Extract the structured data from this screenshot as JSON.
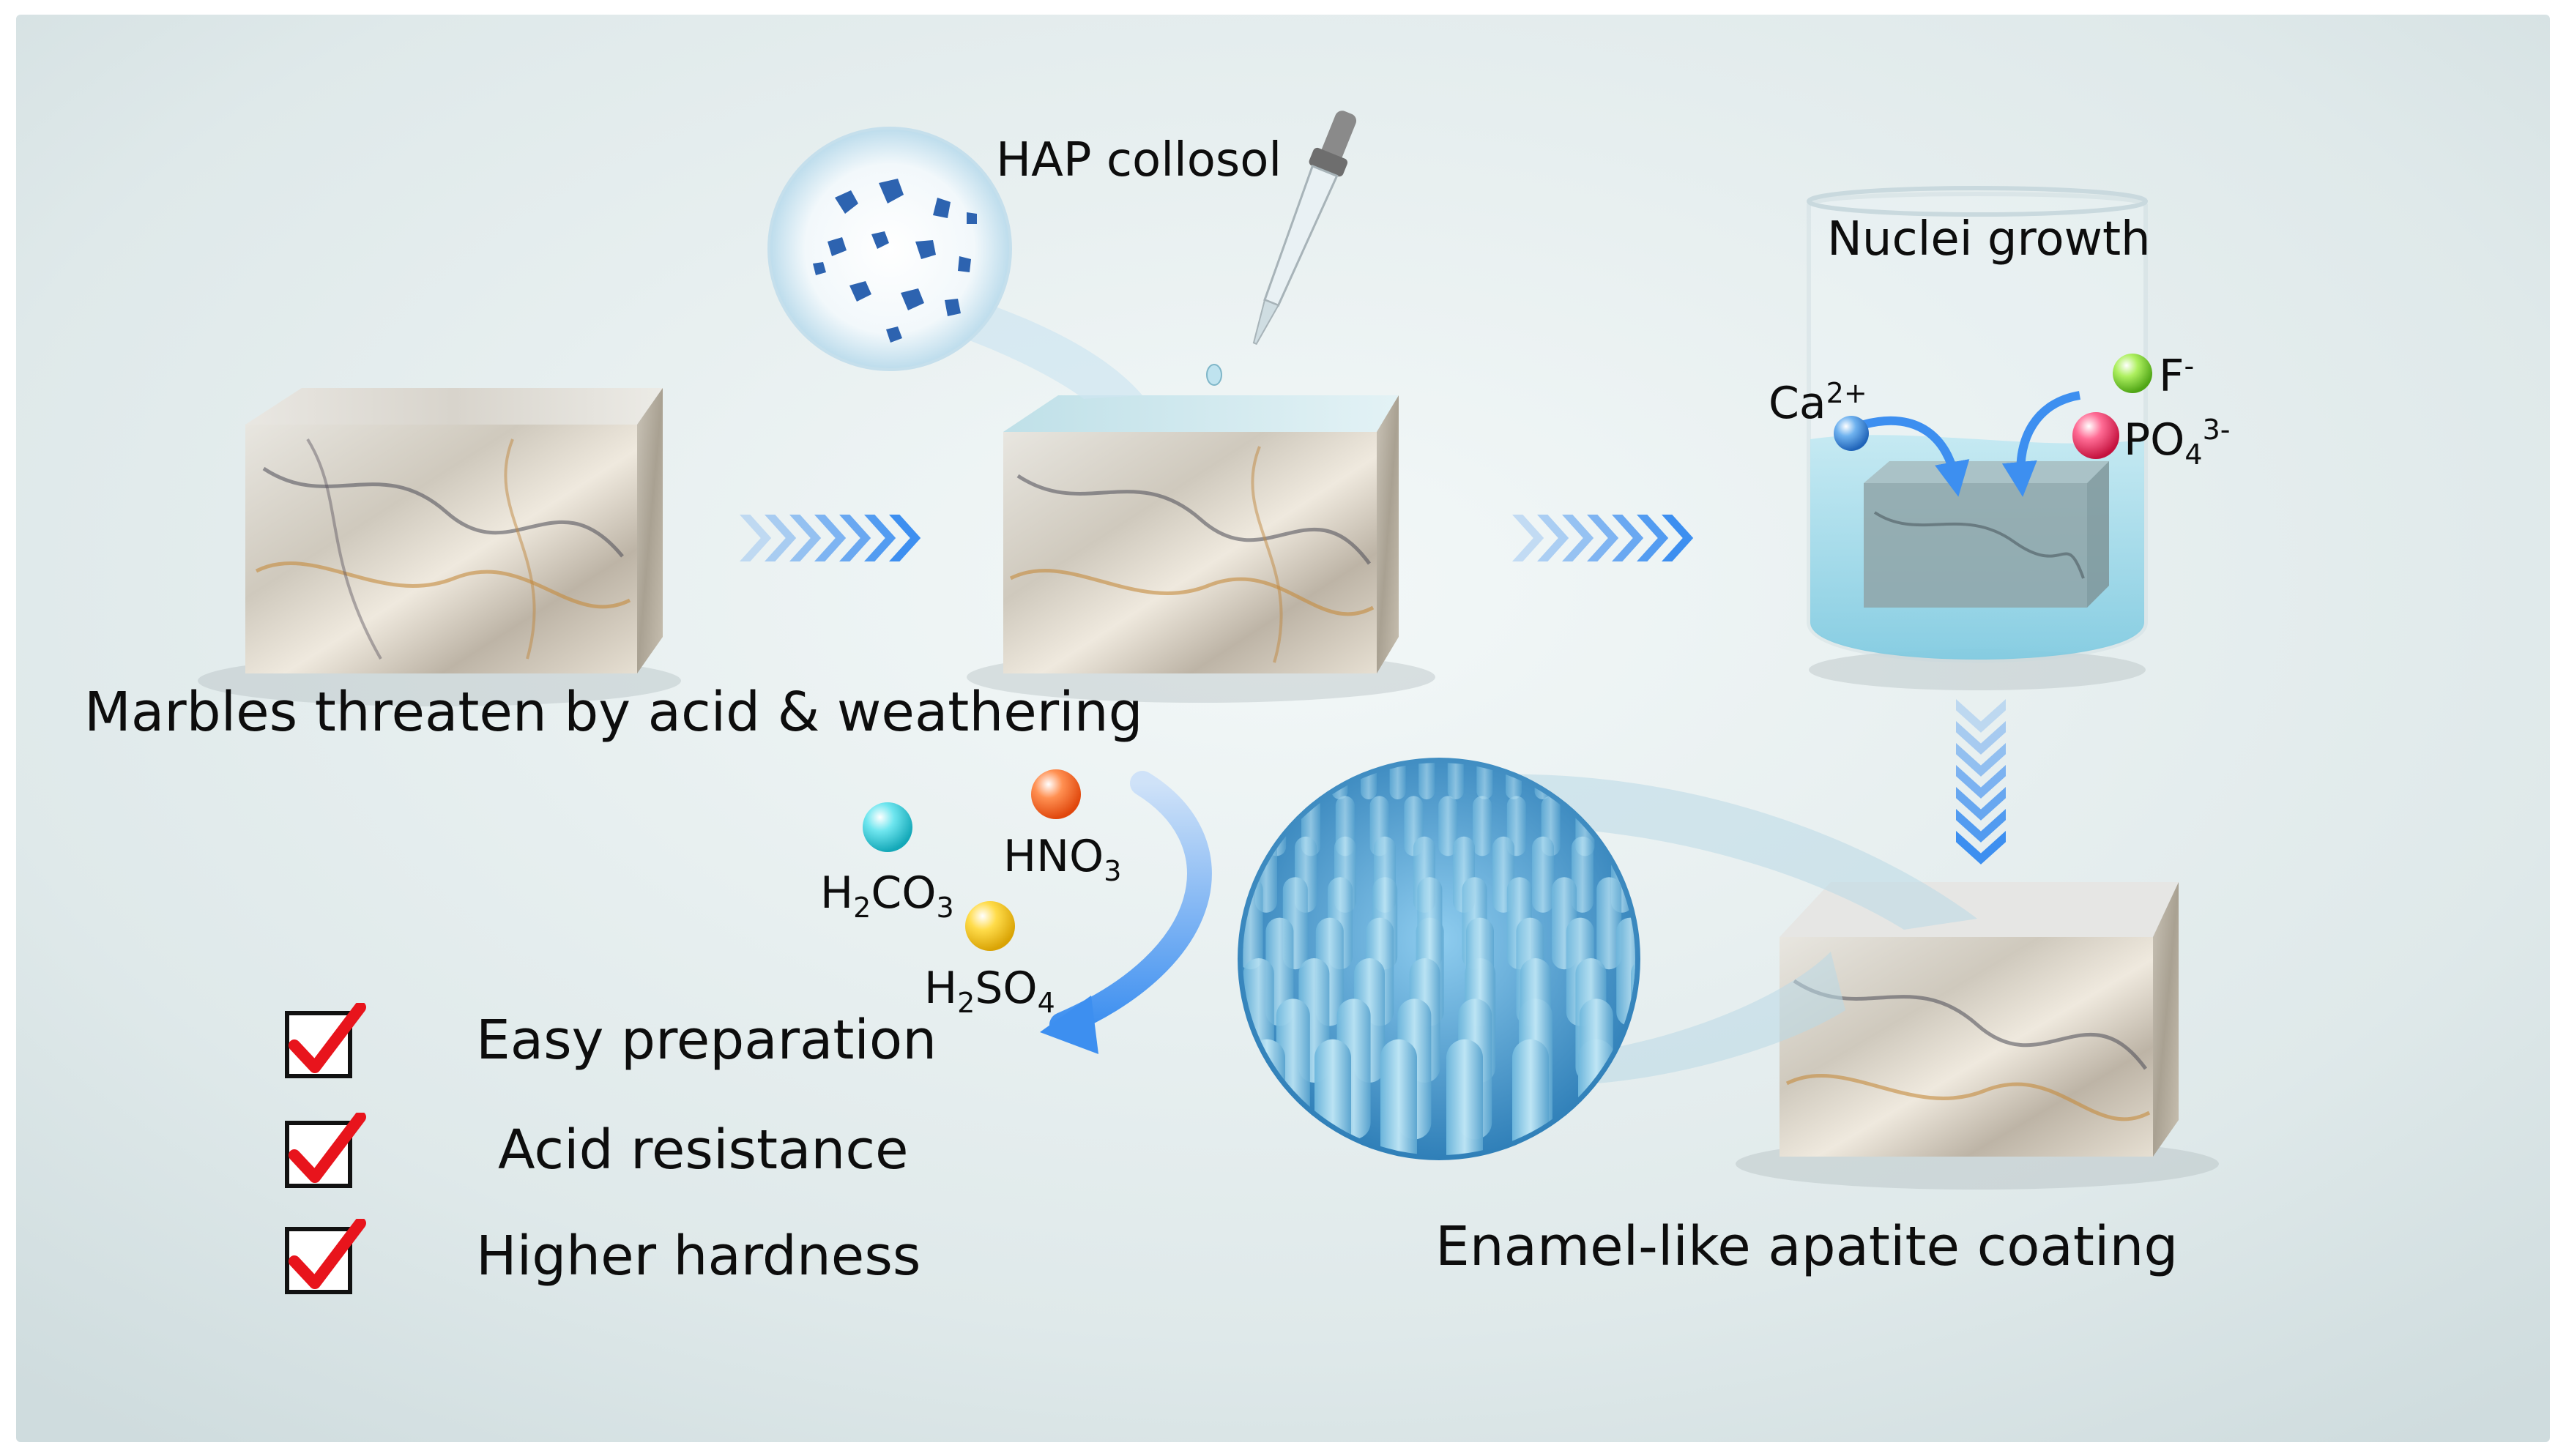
{
  "labels": {
    "hap_collosol": "HAP collosol",
    "nuclei_growth": "Nuclei growth",
    "marbles_threat": "Marbles threaten by acid & weathering",
    "enamel_coating": "Enamel-like apatite coating"
  },
  "ions": {
    "ca": {
      "base": "Ca",
      "sup": "2+",
      "color": "#3a8ad8"
    },
    "f": {
      "base": "F",
      "sup": "-",
      "color": "#7ed321"
    },
    "po4": {
      "base": "PO",
      "sub": "4",
      "sup": "3-",
      "color": "#e8336d"
    }
  },
  "acids": {
    "h2co3": {
      "a": "H",
      "sub1": "2",
      "b": "CO",
      "sub2": "3",
      "color": "#3fd0de"
    },
    "hno3": {
      "a": "HNO",
      "sub": "3",
      "color": "#ff6a2a"
    },
    "h2so4": {
      "a": "H",
      "sub1": "2",
      "b": "SO",
      "sub2": "4",
      "color": "#f5c518"
    }
  },
  "benefits": [
    "Easy preparation",
    "Acid resistance",
    "Higher hardness"
  ],
  "colors": {
    "arrow": "#3d8ff0",
    "check": "#e8141c",
    "water": "#9fd8ea",
    "nanorod": "#5ab0dc"
  }
}
